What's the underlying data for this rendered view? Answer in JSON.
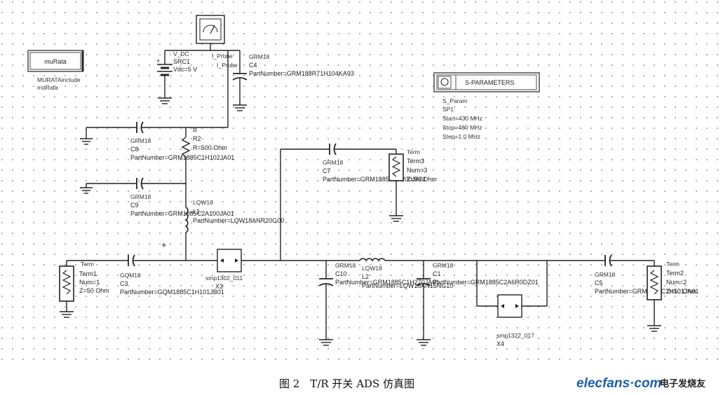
{
  "murata_box": {
    "label": "muRata",
    "include_lines": [
      "MURATAinclude",
      "muRata"
    ]
  },
  "src": {
    "lines": [
      "V_DC",
      "SRC1",
      "Vdc=5 V"
    ]
  },
  "probe": {
    "lines": [
      "I_Probe",
      "I_Probe"
    ]
  },
  "c4": {
    "lines": [
      "GRM18",
      "C4",
      "PartNumber=GRM188R71H104KA93"
    ]
  },
  "sparam": {
    "title": "S-PARAMETERS",
    "lines": [
      "S_Param",
      "SP1",
      "Start=430 MHz",
      "Stop=480 MHz",
      "Step=1.0 MHz"
    ]
  },
  "c8": {
    "lines": [
      "GRM18",
      "C8",
      "PartNumber=GRM1885C1H102JA01"
    ]
  },
  "r2": {
    "lines": [
      "R",
      "R2",
      "R=500 Ohm"
    ]
  },
  "c9": {
    "lines": [
      "GRM18",
      "C9",
      "PartNumber=GRM1885C2A100JA01"
    ]
  },
  "l_lqw16": {
    "lines": [
      "LQW16",
      "L1",
      "PartNumber=LQW18ANR20G00"
    ]
  },
  "c7": {
    "lines": [
      "GRM18",
      "C7",
      "PartNumber=GRM1885C2A200JA01"
    ]
  },
  "term3": {
    "lines": [
      "Term",
      "Term3",
      "Num=3",
      "Z=50 Ohm"
    ]
  },
  "term1": {
    "lines": [
      "Term",
      "Term1",
      "Num=1",
      "Z=50 Ohm"
    ]
  },
  "c3": {
    "lines": [
      "GQM18",
      "C3",
      "PartNumber=GQM1885C1H101JB01"
    ]
  },
  "switch1": {
    "lines": [
      "smp1302_011",
      "X3"
    ]
  },
  "c10": {
    "lines": [
      "GRM18",
      "C10",
      "PartNumber=GRM1885C1H270JA01"
    ]
  },
  "l2": {
    "lines": [
      "LQW18",
      "L2",
      "PartNumber=LQW18AN15NG10"
    ]
  },
  "c1": {
    "lines": [
      "GRM18",
      "C1",
      "PartNumber=GRM1885C2A6R0DZ01"
    ]
  },
  "switch2": {
    "lines": [
      "smp1322_017",
      "X4"
    ]
  },
  "c5": {
    "lines": [
      "GRM18",
      "C5",
      "PartNumber=GRM1885C1H101JA01"
    ]
  },
  "term2": {
    "lines": [
      "Term",
      "Term2",
      "Num=2",
      "Z=50 Ohm"
    ]
  },
  "plus_mark": "+",
  "caption": "图 2　T/R 开关 ADS 仿真图",
  "watermark": {
    "brand": "elecfans·com",
    "cn": "电子发烧友"
  }
}
